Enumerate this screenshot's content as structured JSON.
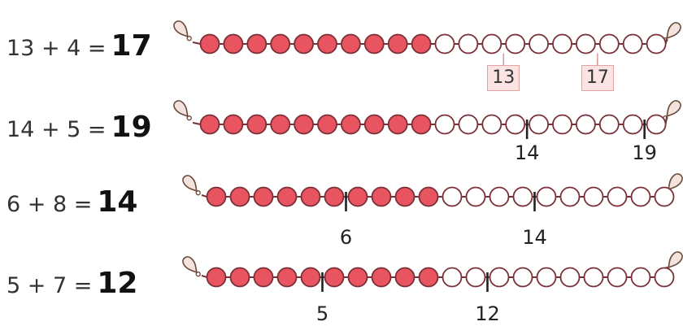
{
  "colors": {
    "filled_bead": "#e8545f",
    "empty_bead": "#ffffff",
    "bead_stroke": "#7a3038",
    "string": "#7a3038",
    "marker_line": "#222222",
    "box_fill": "#fbe3e3",
    "box_stroke": "#e3a3a3"
  },
  "rows": [
    {
      "equation": "13 + 4 =",
      "answer": "17",
      "filled": 10,
      "total": 20,
      "marks": [
        {
          "label": "13",
          "position": 13,
          "style": "boxed"
        },
        {
          "label": "17",
          "position": 17,
          "style": "boxed"
        }
      ]
    },
    {
      "equation": "14 + 5 =",
      "answer": "19",
      "filled": 10,
      "total": 20,
      "marks": [
        {
          "label": "14",
          "position": 14,
          "style": "line"
        },
        {
          "label": "19",
          "position": 19,
          "style": "line"
        }
      ]
    },
    {
      "equation": "6 + 8 =",
      "answer": "14",
      "filled": 10,
      "total": 20,
      "marks": [
        {
          "label": "6",
          "position": 6,
          "style": "line"
        },
        {
          "label": "14",
          "position": 14,
          "style": "line"
        }
      ]
    },
    {
      "equation": "5 + 7 =",
      "answer": "12",
      "filled": 10,
      "total": 20,
      "marks": [
        {
          "label": "5",
          "position": 5,
          "style": "line"
        },
        {
          "label": "12",
          "position": 12,
          "style": "line"
        }
      ]
    }
  ]
}
